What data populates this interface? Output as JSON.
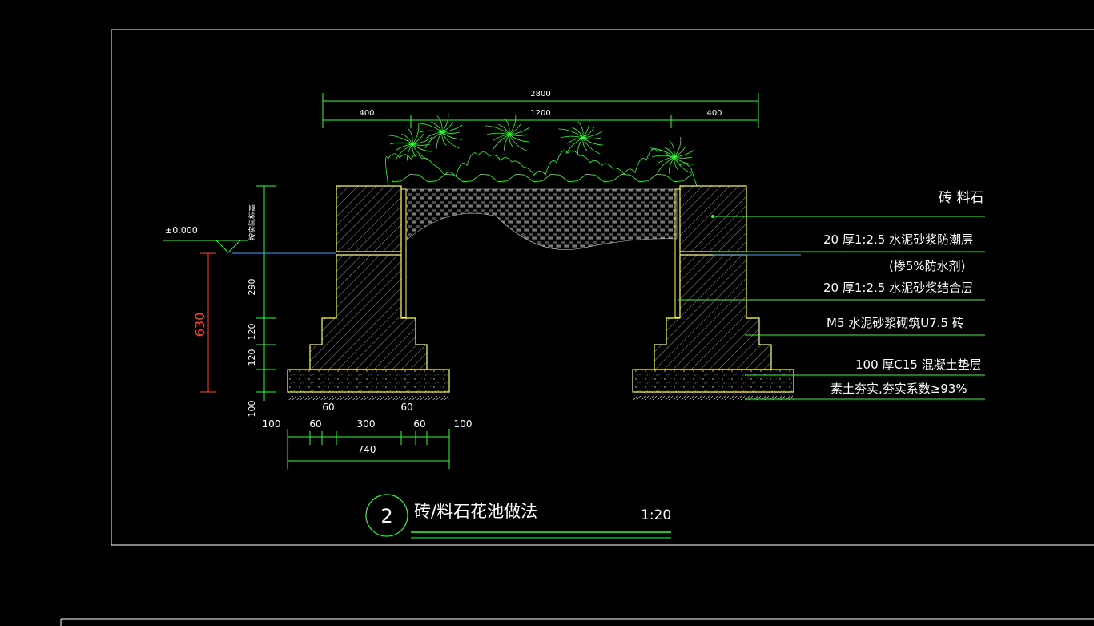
{
  "colors": {
    "background": "#000000",
    "frame": "#ffffff",
    "structure": "#ffff66",
    "dimension": "#33ff33",
    "text": "#ffffff",
    "elevation_dim": "#ff4422",
    "leader": "#33ff33"
  },
  "top_dims": {
    "overall": "2800",
    "left": "400",
    "middle": "1200",
    "right": "400"
  },
  "left_dims": {
    "elevation": "±0.000",
    "depth_note": "按实际标高",
    "total": "630",
    "d290": "290",
    "d120a": "120",
    "d120b": "120",
    "d100": "100"
  },
  "bottom_dims": {
    "step_left": "60",
    "step_right": "60",
    "pad_left": "100",
    "s60a": "60",
    "s300": "300",
    "s60b": "60",
    "pad_right": "100",
    "overall": "740"
  },
  "callouts": [
    "砖 料石",
    "20  厚1:2.5    水泥砂浆防潮层",
    "(掺5%防水剂)",
    "20  厚1:2.5    水泥砂浆结合层",
    "M5  水泥砂浆砌筑U7.5    砖",
    "100  厚C15  混凝土垫层",
    "素土夯实,夯实系数≥93%"
  ],
  "title_block": {
    "number": "2",
    "title": "砖/料石花池做法",
    "scale": "1:20"
  }
}
